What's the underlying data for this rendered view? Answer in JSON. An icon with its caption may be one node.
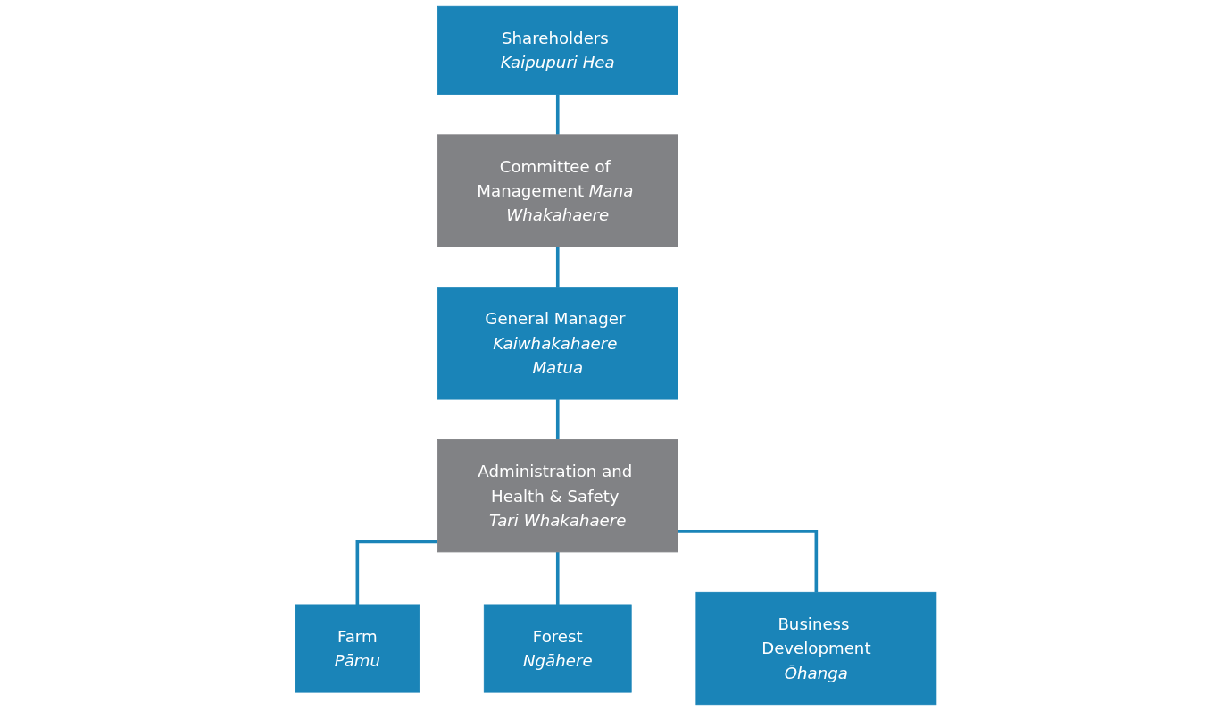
{
  "diagram": {
    "nodes": [
      {
        "text": [
          "Shareholders *Kaipupuri Hea*"
        ]
      },
      {
        "text": [
          "Committee of Management *Mana Whakahaere*"
        ]
      },
      {
        "text": [
          "General Manager *Kaiwhakahaere Matua*"
        ]
      },
      {
        "text": [
          "Administration and Health & Safety *Tari Whakahaere*"
        ]
      },
      {
        "text": [
          "Farm",
          "*Pāmu*"
        ]
      },
      {
        "text": [
          "Forest",
          "*Ngāhere*"
        ]
      },
      {
        "text": [
          "Business Development",
          "*Ōhanga*"
        ]
      }
    ],
    "edges": [
      {
        "from": 0,
        "to": 1,
        "arrow": "none"
      },
      {
        "from": 1,
        "to": 2,
        "arrow": "none"
      },
      {
        "from": 2,
        "to": 3,
        "arrow": "none"
      },
      {
        "from": 3,
        "to": 4,
        "arrow": "none"
      },
      {
        "from": 3,
        "to": 5,
        "arrow": "none"
      },
      {
        "from": 3,
        "to": 6,
        "arrow": "none"
      }
    ]
  }
}
